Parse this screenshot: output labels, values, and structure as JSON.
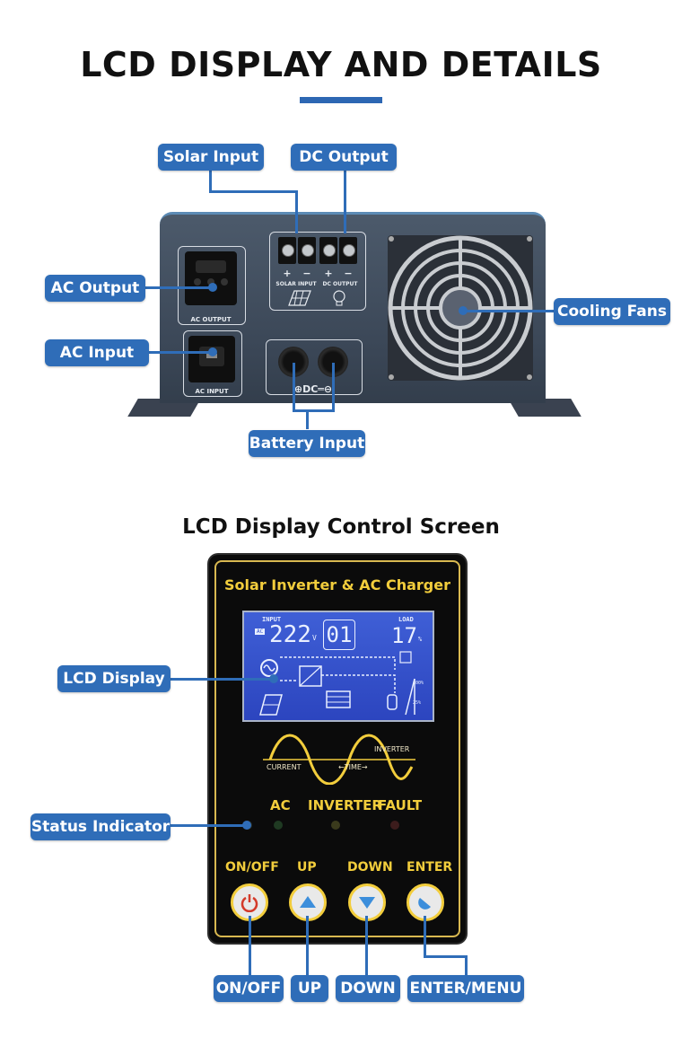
{
  "header": {
    "title": "LCD DISPLAY AND DETAILS"
  },
  "rear_panel": {
    "callouts": {
      "solar_input": "Solar Input",
      "dc_output": "DC Output",
      "ac_output": "AC Output",
      "ac_input": "AC Input",
      "cooling_fans": "Cooling Fans",
      "battery_input": "Battery Input"
    },
    "labels": {
      "ac_output": "AC OUTPUT",
      "ac_input": "AC INPUT",
      "solar_input": "SOLAR INPUT",
      "dc_output": "DC OUTPUT",
      "plus": "+",
      "minus": "−",
      "dc": "DC"
    }
  },
  "control_screen": {
    "title": "LCD Display Control Screen",
    "panel_title": "Solar Inverter & AC Charger",
    "lcd": {
      "input_label": "INPUT",
      "ac_label": "AC",
      "voltage": "222",
      "voltage_unit": "V",
      "mode": "01",
      "load_label": "LOAD",
      "load_value": "17",
      "load_unit": "%",
      "pct_100": "100%",
      "pct_25": "25%"
    },
    "wave": {
      "current": "CURRENT",
      "time": "TIME",
      "inverter": "INVERTER"
    },
    "indicators": {
      "ac": "AC",
      "inverter": "INVERTER",
      "fault": "FAULT"
    },
    "buttons": {
      "on_off": "ON/OFF",
      "up": "UP",
      "down": "DOWN",
      "enter": "ENTER"
    },
    "callouts": {
      "lcd_display": "LCD Display",
      "status_indicator": "Status Indicator",
      "on_off": "ON/OFF",
      "up": "UP",
      "down": "DOWN",
      "enter_menu": "ENTER/MENU"
    }
  },
  "colors": {
    "accent": "#2f6db8",
    "panel_yellow": "#f2cd3c",
    "lcd_blue": "#3452cc"
  }
}
